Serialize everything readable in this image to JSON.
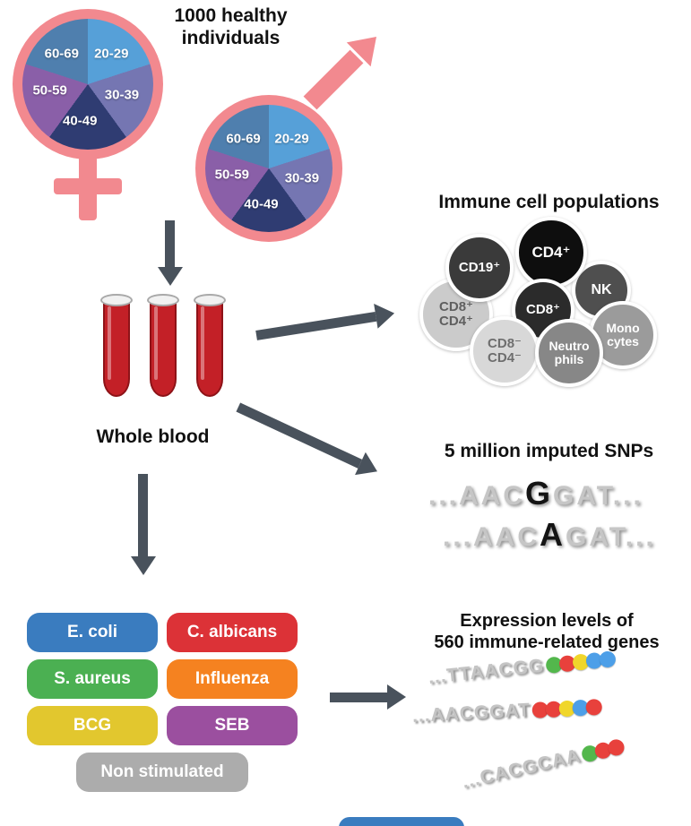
{
  "figure": {
    "cohort_title": "1000 healthy\nindividuals",
    "whole_blood_label": "Whole blood"
  },
  "symbols": {
    "pink": "#F2898F"
  },
  "arrows": {
    "color": "#49525C"
  },
  "age_groups": [
    {
      "label": "20-29",
      "color": "#56A0D8"
    },
    {
      "label": "30-39",
      "color": "#7576B2"
    },
    {
      "label": "40-49",
      "color": "#2F3C72"
    },
    {
      "label": "50-59",
      "color": "#8A5FA8"
    },
    {
      "label": "60-69",
      "color": "#4F7FAE"
    }
  ],
  "blood": {
    "body_color": "#C32027",
    "outline_color": "#8E1318"
  },
  "cells": {
    "heading": "Immune cell populations",
    "items": [
      {
        "label": "CD8⁺\nCD4⁺",
        "bg": "#CBCBCB",
        "fg": "#5F5F5F"
      },
      {
        "label": "CD19⁺",
        "bg": "#3A3A3A",
        "fg": "#FFFFFF"
      },
      {
        "label": "NK",
        "bg": "#4F4F4F",
        "fg": "#FFFFFF"
      },
      {
        "label": "CD4⁺",
        "bg": "#0E0E0E",
        "fg": "#FFFFFF"
      },
      {
        "label": "CD8⁺",
        "bg": "#2B2B2B",
        "fg": "#FFFFFF"
      },
      {
        "label": "Mono\ncytes",
        "bg": "#9B9B9B",
        "fg": "#FFFFFF"
      },
      {
        "label": "CD8⁻\nCD4⁻",
        "bg": "#D8D8D8",
        "fg": "#6E6E6E"
      },
      {
        "label": "Neutro\nphils",
        "bg": "#878787",
        "fg": "#FFFFFF"
      }
    ]
  },
  "snp": {
    "heading": "5 million imputed SNPs",
    "sequences": [
      {
        "pre": "...AAC",
        "allele": "G",
        "post": "GAT..."
      },
      {
        "pre": "...AAC",
        "allele": "A",
        "post": "GAT..."
      }
    ]
  },
  "stimuli": {
    "items": [
      {
        "label": "E. coli",
        "color": "#3A7CBF"
      },
      {
        "label": "C. albicans",
        "color": "#DC3237"
      },
      {
        "label": "S. aureus",
        "color": "#4BB052"
      },
      {
        "label": "Influenza",
        "color": "#F58220"
      },
      {
        "label": "BCG",
        "color": "#E2C72E"
      },
      {
        "label": "SEB",
        "color": "#9B4F9F"
      },
      {
        "label": "Non stimulated",
        "color": "#ACACAC"
      }
    ]
  },
  "expression": {
    "heading": "Expression levels of\n560 immune-related genes",
    "sequences": [
      {
        "text": "...TTAACGG",
        "beads": [
          "#53B74C",
          "#E8413C",
          "#F0D62B",
          "#4D9FE8",
          "#4D9FE8"
        ]
      },
      {
        "text": "...AACGGAT",
        "beads": [
          "#E8413C",
          "#E8413C",
          "#F0D62B",
          "#4D9FE8",
          "#E8413C"
        ]
      },
      {
        "text": "...CACGCAA",
        "beads": [
          "#53B74C",
          "#E8413C",
          "#E8413C"
        ]
      }
    ]
  },
  "footer": {
    "partial_box_color": "#3A7CBF"
  }
}
